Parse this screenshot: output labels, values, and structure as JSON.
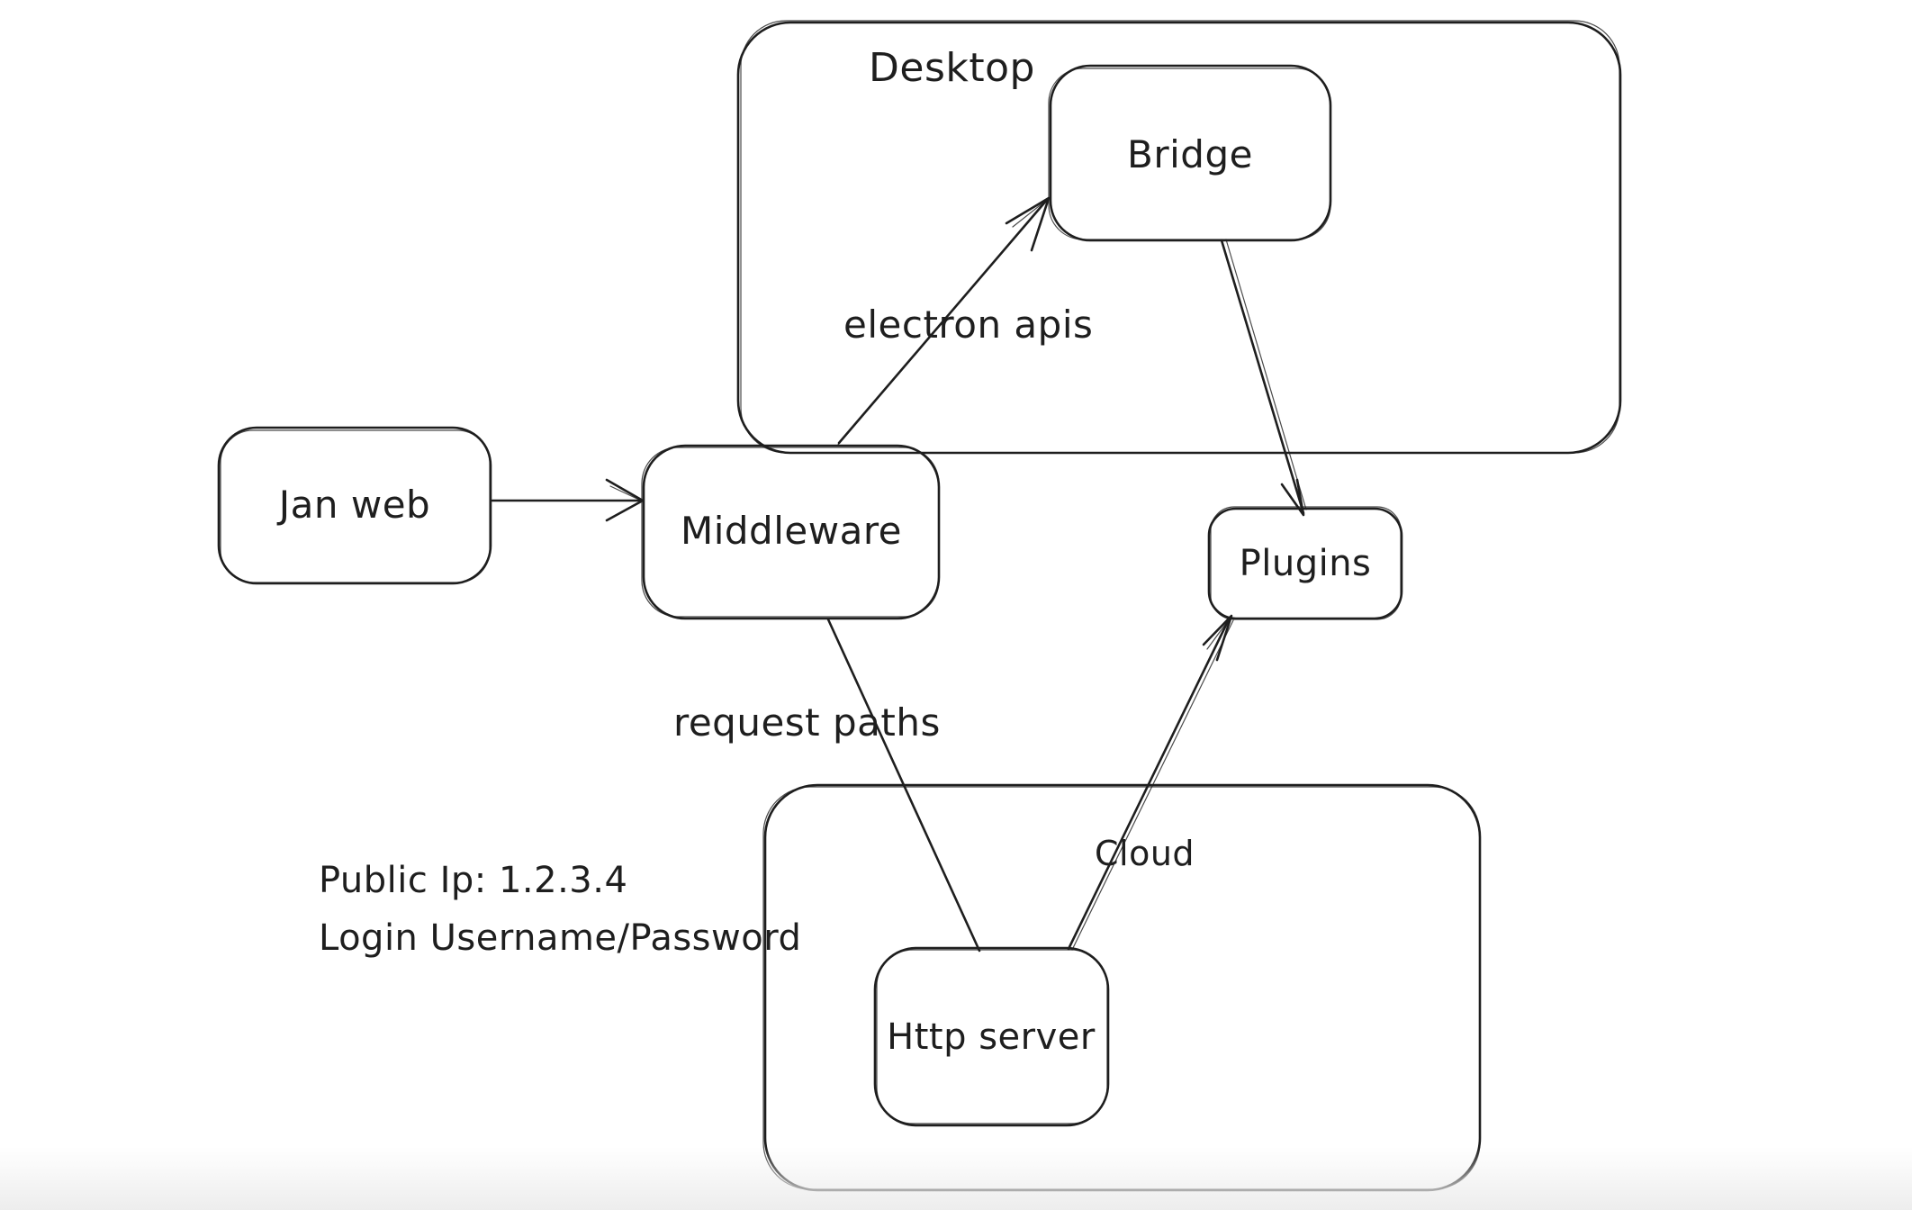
{
  "canvas": {
    "background": "#ffffff",
    "stroke_color": "#1e1e1e"
  },
  "nodes": {
    "desktop": {
      "label": "Desktop",
      "type": "container"
    },
    "cloud": {
      "label": "Cloud",
      "type": "container"
    },
    "jan_web": {
      "label": "Jan web"
    },
    "middleware": {
      "label": "Middleware"
    },
    "bridge": {
      "label": "Bridge"
    },
    "plugins": {
      "label": "Plugins"
    },
    "http_server": {
      "label": "Http server"
    }
  },
  "edges": {
    "jan_web_to_middleware": {
      "from": "jan_web",
      "to": "middleware",
      "label": ""
    },
    "middleware_to_bridge": {
      "from": "middleware",
      "to": "bridge",
      "label": "electron apis"
    },
    "bridge_to_plugins": {
      "from": "bridge",
      "to": "plugins",
      "label": ""
    },
    "middleware_to_http_server": {
      "from": "middleware",
      "to": "http_server",
      "label": "request paths"
    },
    "http_server_to_plugins": {
      "from": "http_server",
      "to": "plugins",
      "label": ""
    }
  },
  "annotations": {
    "public_ip": "Public Ip: 1.2.3.4",
    "login": "Login Username/Password"
  }
}
